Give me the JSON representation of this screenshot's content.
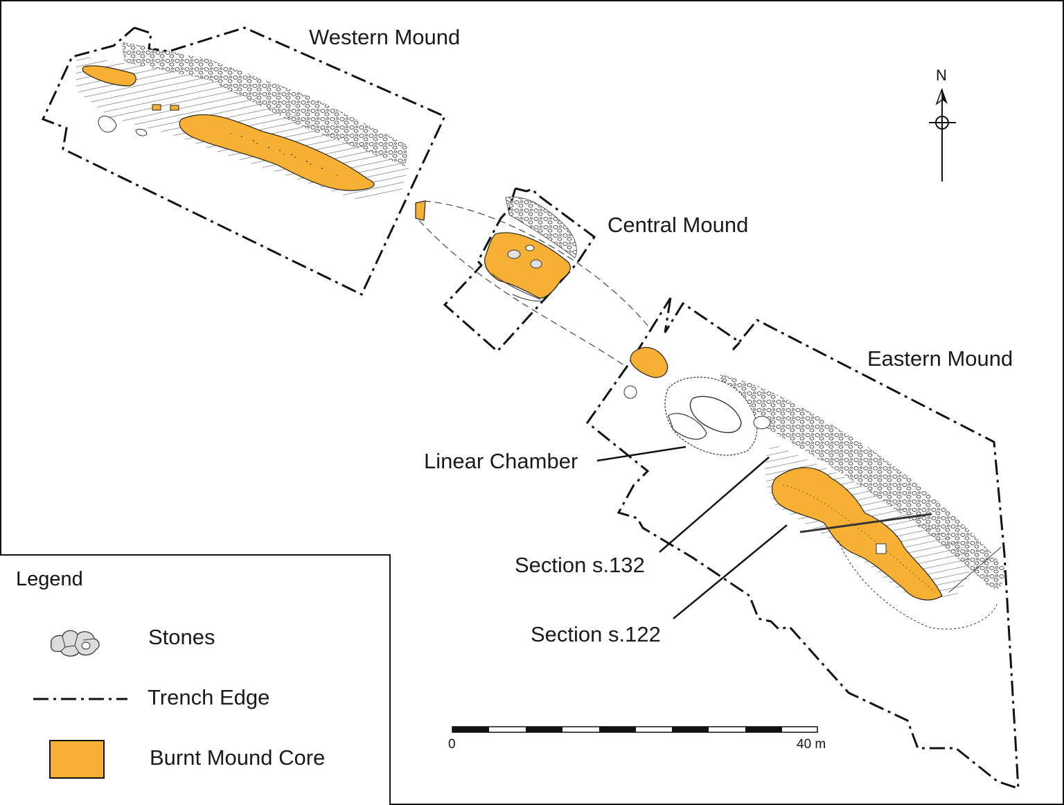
{
  "colors": {
    "burnt_mound_core": "#F6B033",
    "line": "#1a1a1a",
    "stone_fill": "#dcdcdc"
  },
  "labels": {
    "western_mound": "Western Mound",
    "central_mound": "Central Mound",
    "eastern_mound": "Eastern Mound",
    "linear_chamber": "Linear Chamber",
    "section_132": "Section s.132",
    "section_122": "Section s.122"
  },
  "north_arrow": {
    "label": "N"
  },
  "scale_bar": {
    "start_label": "0",
    "end_label": "40 m"
  },
  "legend": {
    "title": "Legend",
    "items": [
      {
        "label": "Stones",
        "icon": "stones-icon"
      },
      {
        "label": "Trench Edge",
        "icon": "dash-dot-line"
      },
      {
        "label": "Burnt Mound Core",
        "icon": "orange-box"
      }
    ]
  }
}
